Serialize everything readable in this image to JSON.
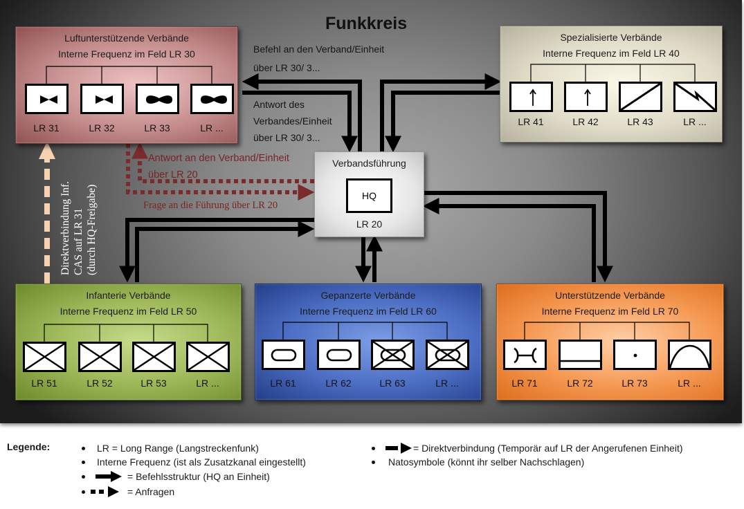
{
  "title": "Funkkreis",
  "annotations": {
    "befehl": [
      "Befehl an den Verband/Einheit",
      "über LR 30/ 3..."
    ],
    "antwort_des": [
      "Antwort des",
      "Verbandes/Einheit",
      "über LR 30/ 3..."
    ],
    "antwort_an": [
      "Antwort an den Verband/Einheit",
      "über LR 20"
    ],
    "frage": "Frage an die Führung über LR 20",
    "direktverbindung": [
      "Direktverbindung Inf.",
      "CAS auf LR 31",
      "(durch HQ-Freigabe)"
    ]
  },
  "colors": {
    "air": "#b87b7b",
    "special": "#d9d5c2",
    "infantry": "#8aa548",
    "armored": "#3e64b5",
    "support": "#f08a3d",
    "request_arrow": "#7a2b2b",
    "direct_arrow": "#f7d2b0",
    "command_arrow": "#000000"
  },
  "hq": {
    "name": "Verbandsführung",
    "symbol_label": "HQ",
    "lr": "LR 20"
  },
  "groups": [
    {
      "id": "air",
      "name": "Luftunterstützende Verbände",
      "freq": "Interne Frequenz im Feld LR 30",
      "units": [
        {
          "label": "LR 31",
          "symbol": "bowtie-icon"
        },
        {
          "label": "LR 32",
          "symbol": "bowtie-icon"
        },
        {
          "label": "LR 33",
          "symbol": "rotary-wing-icon"
        },
        {
          "label": "LR ...",
          "symbol": "rotary-wing-icon"
        }
      ]
    },
    {
      "id": "special",
      "name": "Spezialisierte Verbände",
      "freq": "Interne Frequenz im Feld LR 40",
      "units": [
        {
          "label": "LR 41",
          "symbol": "up-arrow-icon"
        },
        {
          "label": "LR 42",
          "symbol": "up-arrow-icon"
        },
        {
          "label": "LR 43",
          "symbol": "diagonal-line-icon"
        },
        {
          "label": "LR ...",
          "symbol": "lightning-icon"
        }
      ]
    },
    {
      "id": "infantry",
      "name": "Infanterie Verbände",
      "freq": "Interne Frequenz im Feld LR 50",
      "units": [
        {
          "label": "LR 51",
          "symbol": "cross-icon"
        },
        {
          "label": "LR 52",
          "symbol": "cross-icon"
        },
        {
          "label": "LR 53",
          "symbol": "cross-icon"
        },
        {
          "label": "LR ...",
          "symbol": "cross-icon"
        }
      ]
    },
    {
      "id": "armored",
      "name": "Gepanzerte Verbände",
      "freq": "Interne Frequenz im Feld LR 60",
      "units": [
        {
          "label": "LR 61",
          "symbol": "track-icon"
        },
        {
          "label": "LR 62",
          "symbol": "track-icon"
        },
        {
          "label": "LR 63",
          "symbol": "mech-infantry-icon"
        },
        {
          "label": "LR ...",
          "symbol": "mech-infantry-icon"
        }
      ]
    },
    {
      "id": "support",
      "name": "Unterstützende Verbände",
      "freq": "Interne Frequenz im Feld LR 70",
      "units": [
        {
          "label": "LR 71",
          "symbol": "bridge-icon"
        },
        {
          "label": "LR 72",
          "symbol": "bottom-bar-icon"
        },
        {
          "label": "LR 73",
          "symbol": "dot-icon"
        },
        {
          "label": "LR ...",
          "symbol": "arc-icon"
        }
      ]
    }
  ],
  "legend": {
    "title": "Legende:",
    "items": [
      {
        "symbol": "none",
        "text": "LR = Long Range (Langstreckenfunk)"
      },
      {
        "symbol": "none",
        "text": "Interne Frequenz (ist als Zusatzkanal eingestellt)"
      },
      {
        "symbol": "solid-arrow-icon",
        "text": "= Befehlsstruktur (HQ an Einheit)"
      },
      {
        "symbol": "dotted-arrow-icon",
        "text": "= Anfragen"
      },
      {
        "symbol": "dashed-arrow-icon",
        "text": "= Direktverbindung (Temporär auf LR der Angerufenen Einheit)"
      },
      {
        "symbol": "none",
        "text": "Natosymbole (könnt ihr selber Nachschlagen)"
      }
    ]
  }
}
